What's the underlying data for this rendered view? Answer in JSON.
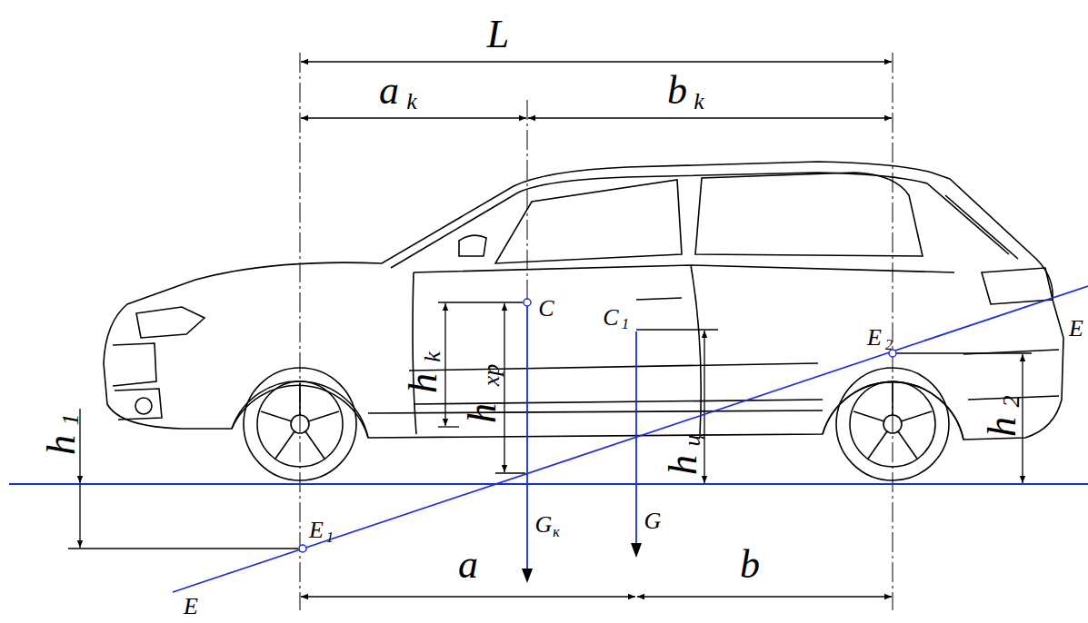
{
  "diagram": {
    "labels": [
      "L",
      "a",
      "k",
      "b",
      "k",
      "C",
      "C",
      "1",
      "E",
      "1",
      "E",
      "2",
      "E",
      "h",
      "k",
      "h",
      "хр",
      "h",
      "ц",
      "h",
      "1",
      "h",
      "2",
      "G",
      "к",
      "G",
      "a",
      "b",
      "E"
    ]
  }
}
